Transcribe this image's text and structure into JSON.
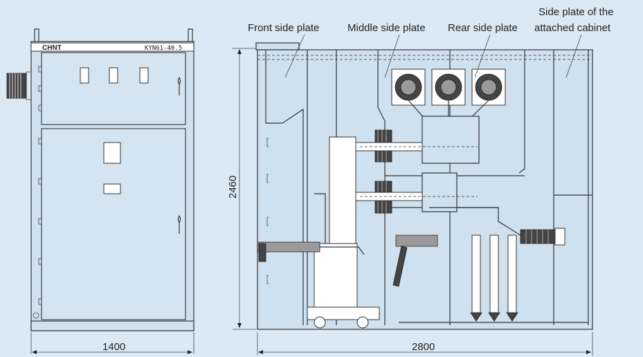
{
  "labels": {
    "front_side_plate": "Front side plate",
    "middle_side_plate": "Middle side plate",
    "rear_side_plate": "Rear side plate",
    "attached_cabinet_line1": "Side plate of the",
    "attached_cabinet_line2": "attached cabinet"
  },
  "nameplate": {
    "brand": "CHNT",
    "model": "KYN61-40.5"
  },
  "dimensions": {
    "front_width": "1400",
    "side_depth": "2800",
    "height": "2460"
  }
}
